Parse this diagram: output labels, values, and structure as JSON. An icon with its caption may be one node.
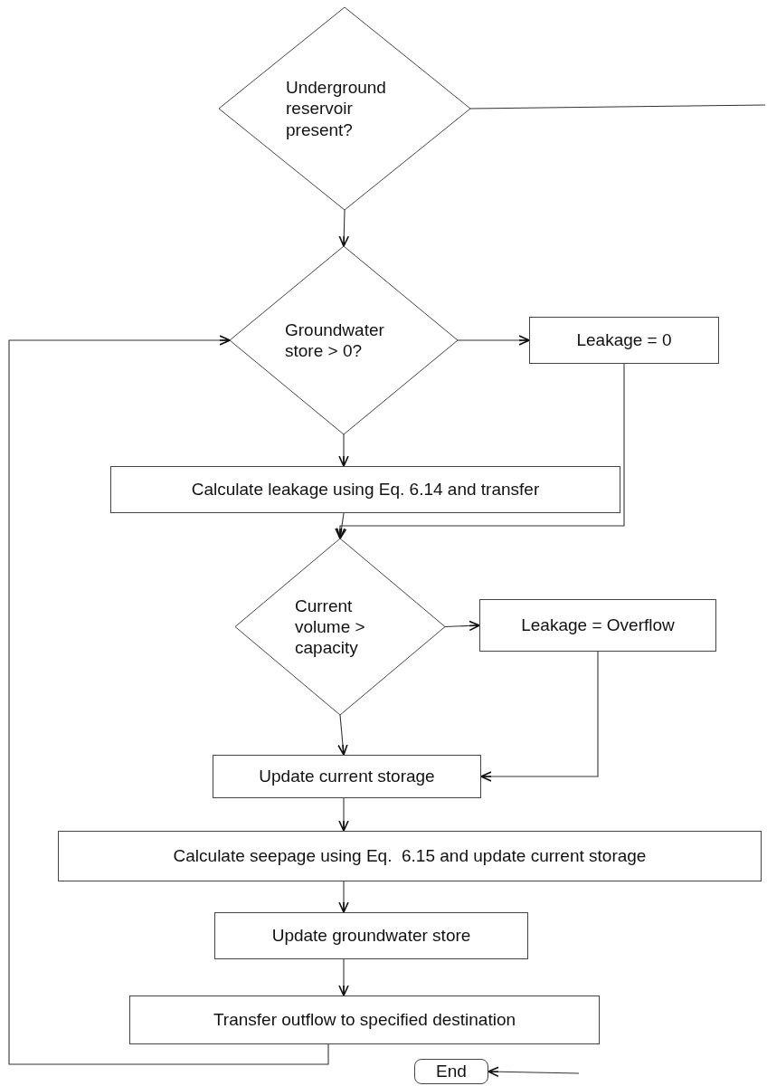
{
  "diagram": {
    "nodes": [
      {
        "text": [
          "Underground reservoir present?"
        ]
      },
      {
        "text": [
          "Groundwater store > 0?"
        ]
      },
      {
        "text": [
          "Leakage = 0"
        ]
      },
      {
        "text": [
          "Calculate leakage using Eq. 6.14 and transfer"
        ]
      },
      {
        "text": [
          "Current volume > capacity"
        ]
      },
      {
        "text": [
          "Leakage = Overflow"
        ]
      },
      {
        "text": [
          "Update current storage"
        ]
      },
      {
        "text": [
          "Calculate seepage using Eq.  6.15 and update current storage"
        ]
      },
      {
        "text": [
          "Update groundwater store"
        ]
      },
      {
        "text": [
          "Transfer outflow to specified destination"
        ]
      },
      {
        "text": [
          "End"
        ]
      }
    ],
    "edges": [
      {
        "from": 0,
        "to": 1,
        "arrow": "to"
      },
      {
        "from": 1,
        "to": 2,
        "arrow": "to"
      },
      {
        "from": 1,
        "to": 3,
        "arrow": "to"
      },
      {
        "from": 2,
        "to": 4,
        "arrow": "to"
      },
      {
        "from": 3,
        "to": 4,
        "arrow": "to"
      },
      {
        "from": 4,
        "to": 5,
        "arrow": "to"
      },
      {
        "from": 4,
        "to": 6,
        "arrow": "to"
      },
      {
        "from": 5,
        "to": 6,
        "arrow": "to"
      },
      {
        "from": 6,
        "to": 7,
        "arrow": "to"
      },
      {
        "from": 7,
        "to": 8,
        "arrow": "to"
      },
      {
        "from": 8,
        "to": 9,
        "arrow": "to"
      },
      {
        "from": 9,
        "to": 1,
        "arrow": "to"
      },
      {
        "from": 0,
        "to": null,
        "arrow": "none"
      },
      {
        "from": null,
        "to": 10,
        "arrow": "to"
      }
    ]
  }
}
